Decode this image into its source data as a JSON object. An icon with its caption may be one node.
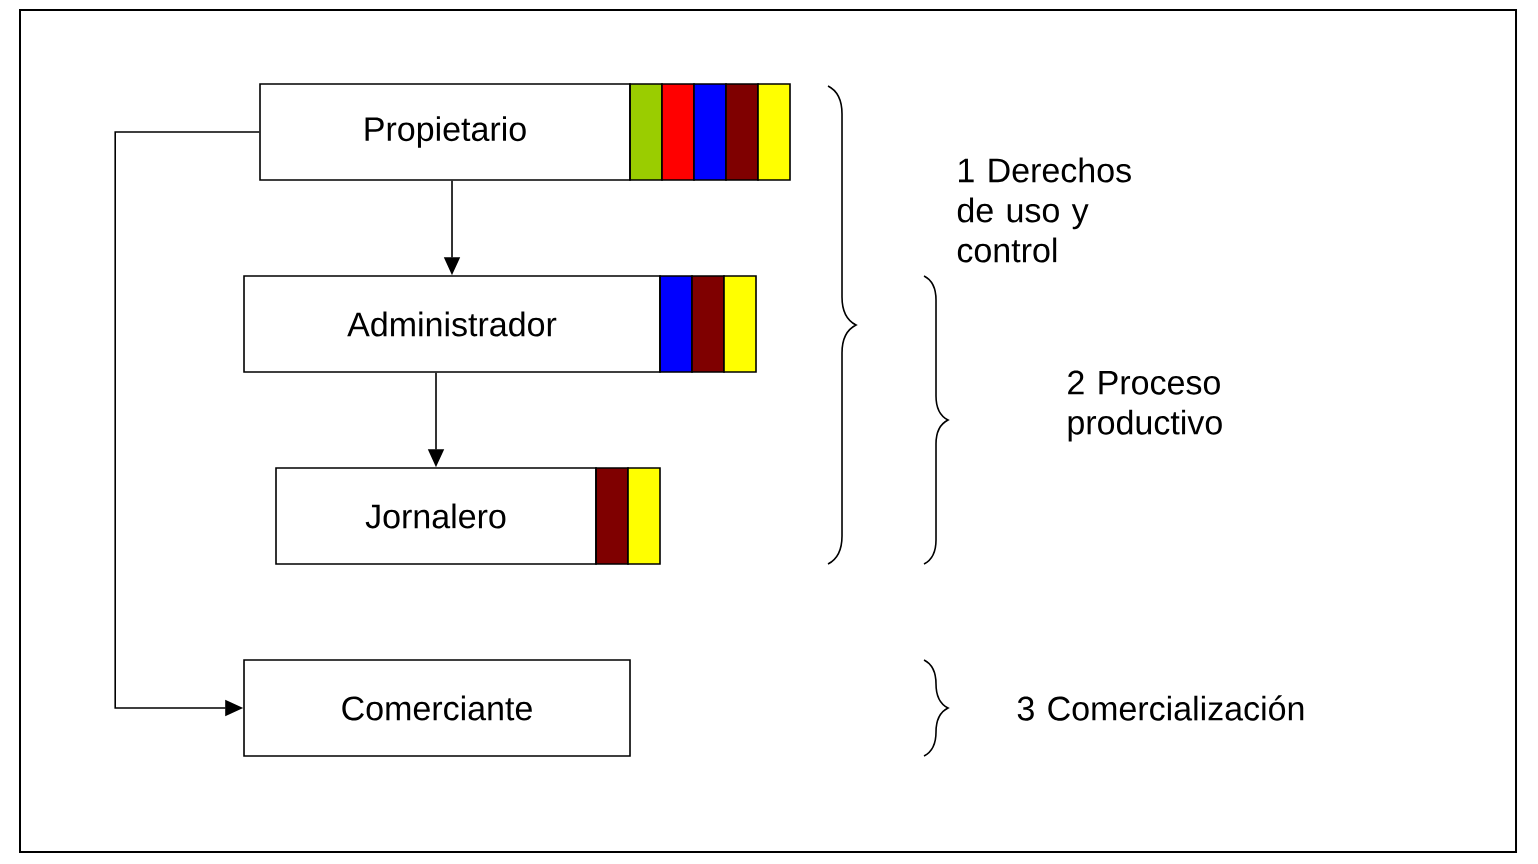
{
  "diagram": {
    "nodes": [
      {
        "text": [
          "Propietario"
        ]
      },
      {
        "text": [
          "Administrador"
        ]
      },
      {
        "text": [
          "Jornalero"
        ]
      },
      {
        "text": [
          "Comerciante"
        ]
      }
    ],
    "edges": [
      {
        "from": 0,
        "to": 1,
        "arrow": "to"
      },
      {
        "from": 1,
        "to": 2,
        "arrow": "to"
      },
      {
        "from": 0,
        "to": 3,
        "arrow": "to"
      }
    ],
    "labels": [
      "1 Derechos de uso y control",
      "2 Proceso productivo",
      "3 Comercialización"
    ]
  }
}
